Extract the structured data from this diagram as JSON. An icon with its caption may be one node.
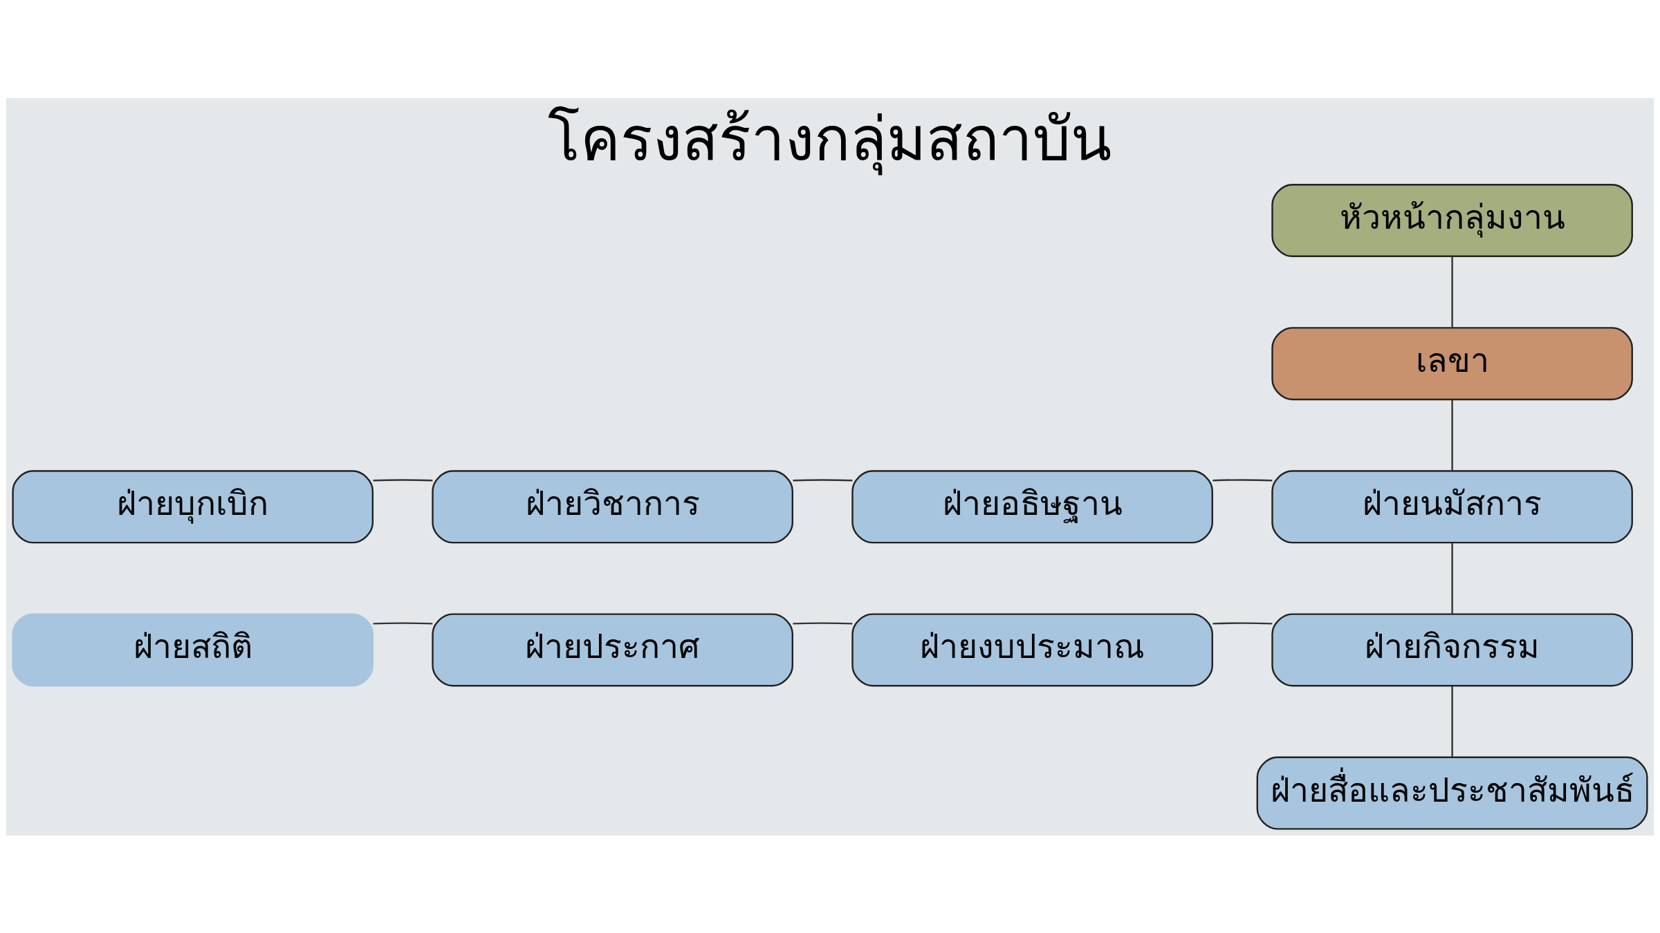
{
  "diagram": {
    "title": "โครงสร้างกลุ่มสถาบัน",
    "nodes": [
      {
        "text": [
          "หัวหน้ากลุ่มงาน"
        ]
      },
      {
        "text": [
          "เลขา"
        ]
      },
      {
        "text": [
          "ฝ่ายบุกเบิก"
        ]
      },
      {
        "text": [
          "ฝ่ายวิชาการ"
        ]
      },
      {
        "text": [
          "ฝ่ายอธิษฐาน"
        ]
      },
      {
        "text": [
          "ฝ่ายนมัสการ"
        ]
      },
      {
        "text": [
          "ฝ่ายสถิติ"
        ]
      },
      {
        "text": [
          "ฝ่ายประกาศ"
        ]
      },
      {
        "text": [
          "ฝ่ายงบประมาณ"
        ]
      },
      {
        "text": [
          "ฝ่ายกิจกรรม"
        ]
      },
      {
        "text": [
          "ฝ่ายสื่อและประชาสัมพันธ์"
        ]
      }
    ],
    "edges": [
      {
        "from": 0,
        "to": 1,
        "arrow": "none"
      },
      {
        "from": 1,
        "to": 5,
        "arrow": "none"
      },
      {
        "from": 2,
        "to": 3,
        "arrow": "none"
      },
      {
        "from": 3,
        "to": 4,
        "arrow": "none"
      },
      {
        "from": 4,
        "to": 5,
        "arrow": "none"
      },
      {
        "from": 5,
        "to": 9,
        "arrow": "none"
      },
      {
        "from": 6,
        "to": 7,
        "arrow": "none"
      },
      {
        "from": 7,
        "to": 8,
        "arrow": "none"
      },
      {
        "from": 8,
        "to": 9,
        "arrow": "none"
      },
      {
        "from": 9,
        "to": 10,
        "arrow": "none"
      }
    ]
  }
}
